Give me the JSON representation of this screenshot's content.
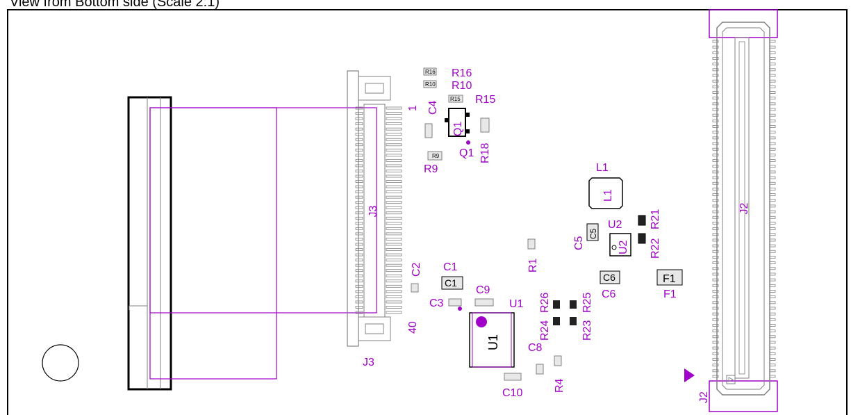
{
  "title": "View from Bottom side (Scale 2:1)",
  "colors": {
    "outline": "#000000",
    "silk": "#a000c8",
    "grey": "#808080",
    "body": "#ffffff"
  },
  "designators": {
    "R16": "R16",
    "R10": "R10",
    "R15": "R15",
    "C4": "C4",
    "Q1": "Q1",
    "R18": "R18",
    "R9": "R9",
    "L1": "L1",
    "U2": "U2",
    "R21": "R21",
    "R22": "R22",
    "C5": "C5",
    "R1": "R1",
    "C1": "C1",
    "C2": "C2",
    "C3": "C3",
    "C9": "C9",
    "U1": "U1",
    "C6": "C6",
    "F1": "F1",
    "R26": "R26",
    "R25": "R25",
    "R24": "R24",
    "R23": "R23",
    "C8": "C8",
    "R4": "R4",
    "C10": "C10",
    "J2": "J2",
    "J3": "J3",
    "pin1": "1",
    "pin40": "40"
  }
}
